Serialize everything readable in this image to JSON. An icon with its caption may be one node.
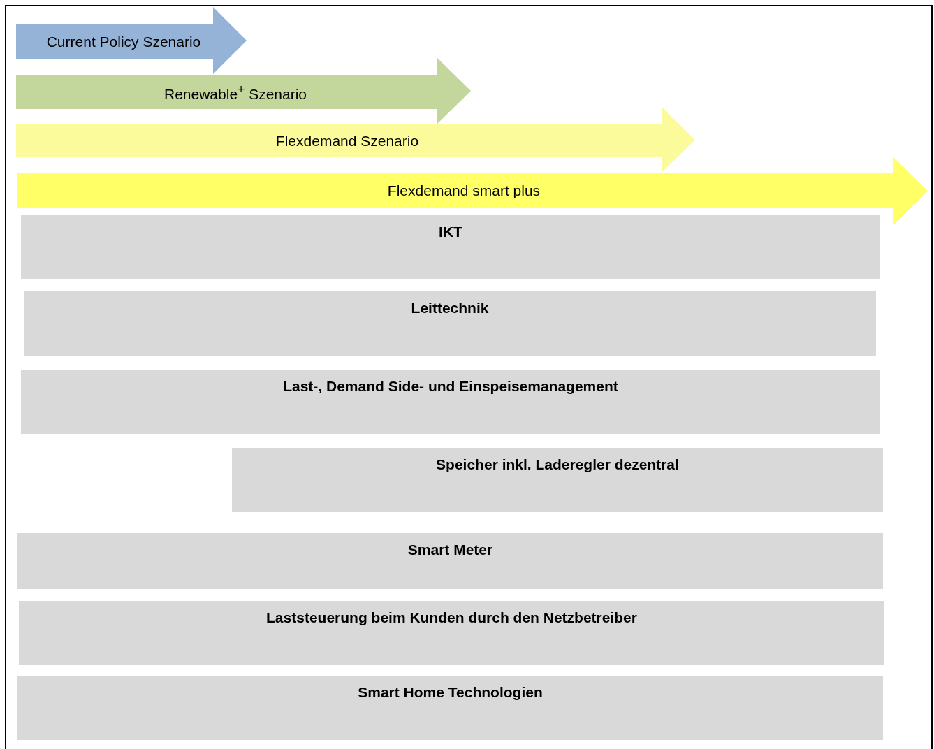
{
  "diagram": {
    "nodes": [
      {
        "text": [
          "Current Policy Szenario"
        ]
      },
      {
        "text": [
          "Renewable$^{+}$ Szenario"
        ]
      },
      {
        "text": [
          "Flexdemand Szenario"
        ]
      },
      {
        "text": [
          "Flexdemand smart plus"
        ]
      },
      {
        "text": [
          "IKT"
        ]
      },
      {
        "text": [
          "Leittechnik"
        ]
      },
      {
        "text": [
          "Last-, Demand Side- und Einspeisemanagement"
        ]
      },
      {
        "text": [
          "Speicher inkl. Laderegler dezentral"
        ]
      },
      {
        "text": [
          "Smart Meter"
        ]
      },
      {
        "text": [
          "Laststeuerung beim Kunden durch den Netzbetreiber"
        ]
      },
      {
        "text": [
          "Smart Home Technologien"
        ]
      }
    ],
    "edges": []
  }
}
